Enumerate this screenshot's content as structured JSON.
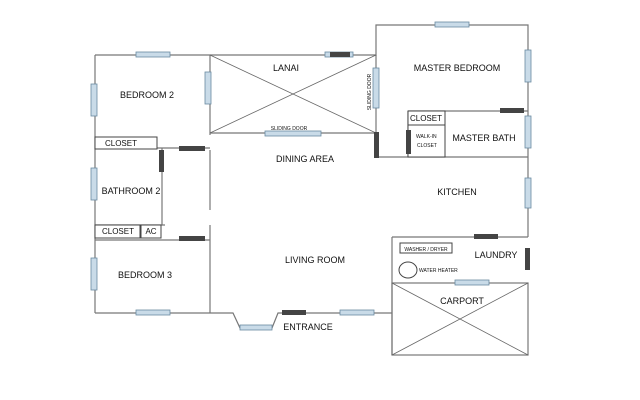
{
  "rooms": {
    "lanai": "LANAI",
    "master_bedroom": "MASTER BEDROOM",
    "bedroom_2": "BEDROOM 2",
    "closet_top": "CLOSET",
    "closet_master": "CLOSET",
    "walk_in_closet": "WALK-IN CLOSET",
    "master_bath": "MASTER BATH",
    "dining_area": "DINING AREA",
    "bathroom_2": "BATHROOM 2",
    "kitchen": "KITCHEN",
    "closet_lower": "CLOSET",
    "ac": "AC",
    "living_room": "LIVING ROOM",
    "laundry": "LAUNDRY",
    "washer_dryer": "WASHER / DRYER",
    "water_heater": "WATER HEATER",
    "bedroom_3": "BEDROOM 3",
    "carport": "CARPORT",
    "entrance": "ENTRANCE"
  },
  "fixtures": {
    "sliding_door_lanai": "SLIDING DOOR",
    "sliding_door_dining": "SLIDING DOOR"
  },
  "colors": {
    "window": "#c9dbe8",
    "door": "#444444",
    "wall": "#777777"
  }
}
